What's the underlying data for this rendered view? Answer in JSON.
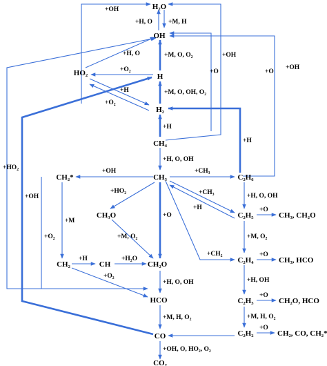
{
  "theme": {
    "arrow_color": "#3a6fd8",
    "text_color": "#000000"
  },
  "species": {
    "h2o": "H₂O",
    "oh": "OH",
    "ho2": "HO₂",
    "h": "H",
    "h2": "H₂",
    "ch4": "CH₄",
    "ch3": "CH₃",
    "ch2s": "CH₂*",
    "c2h6": "C₂H₆",
    "ch3o": "CH₃O",
    "c2h5": "C₂H₅",
    "c2h5_products": "CH₃, CH₂O",
    "ch2": "CH₂",
    "ch": "CH",
    "ch2o": "CH₂O",
    "c2h4": "C₂H₄",
    "c2h4_products": "CH₃, HCO",
    "hco": "HCO",
    "c2h3": "C₂H₃",
    "c2h3_products": "CH₂O, HCO",
    "c2h2": "C₂H₂",
    "c2h2_products": "CH₂, CO, CH₂*",
    "co": "CO",
    "co2": "CO₂"
  },
  "labels": {
    "oh_to_h2o_top": "+OH",
    "oh_h2o": "+H, O",
    "m_h": "+M, H",
    "oh_right": "+OH",
    "o_right": "+O",
    "oh_far_right": "+OH",
    "o_mid": "+O",
    "ho2_oh": "+H, O",
    "h_oh": "+M, O, O₂",
    "o2_ho2": "+O₂",
    "h_ho2": "+H",
    "h2_h": "+M, O, OH, O₂",
    "o2_h2": "+O₂",
    "h_ch4": "+H",
    "ho2_left": "+HO₂",
    "h_c2h6": "+H",
    "ch4_ch3": "+H, O, OH",
    "oh_ch3_ch2s": "+OH",
    "ch3_c2h6": "+CH₃",
    "oh_left": "+OH",
    "ho2_ch3o": "+HO₂",
    "c2h5_ch3": "+CH₃",
    "h_c2h5": "+H",
    "c2h6_c2h5": "+H, O, OH",
    "c2h5_prod": "+O",
    "ch2s_m": "+M",
    "o_ch2o": "+O",
    "ch3o_ch2o": "+M, O₂",
    "o2_left": "+O₂",
    "c2h5_c2h4": "+M, O₂",
    "h_ch": "+H",
    "h2o_ch": "+H₂O",
    "ch3_ch2": "+CH₂",
    "c2h4_prod": "+O",
    "o2_hco": "+O₂",
    "ch2o_hco": "+H, O, OH",
    "c2h4_c2h3": "+H, OH",
    "c2h3_prod": "+O",
    "hco_co": "+M, H, O₂",
    "c2h3_c2h2": "+M, H, O₂",
    "c2h2_prod": "+O",
    "co_co2": "+OH, O, HO₂, O₂"
  }
}
